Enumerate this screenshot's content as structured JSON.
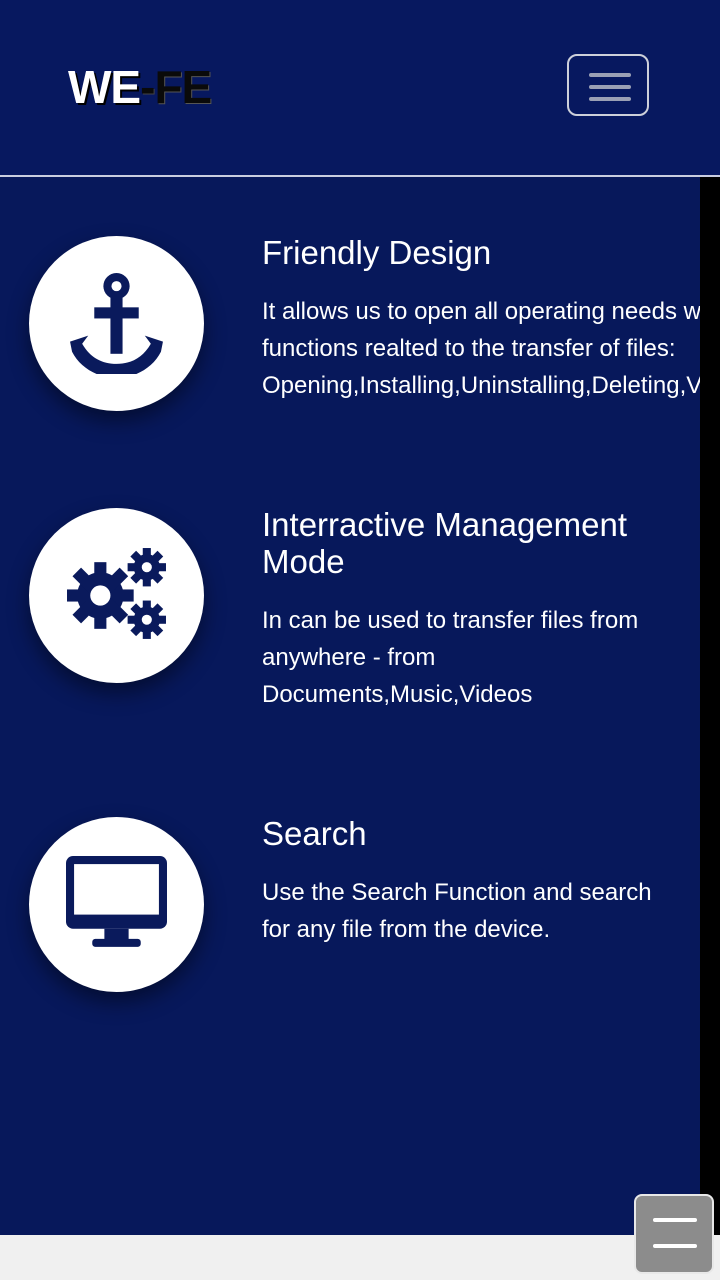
{
  "brand": {
    "part1": "WE",
    "part2": "-",
    "part3": "FE"
  },
  "features": [
    {
      "icon": "anchor-icon",
      "title": "Friendly Design",
      "desc_lines": [
        "It allows us to open all operating needs w",
        "functions realted to the transfer of files:",
        "Opening,Installing,Uninstalling,Deleting,Vi"
      ]
    },
    {
      "icon": "gears-icon",
      "title_lines": [
        "Interractive Management",
        "Mode"
      ],
      "desc_lines": [
        "In can be used to transfer files from",
        "anywhere - from",
        "Documents,Music,Videos"
      ]
    },
    {
      "icon": "desktop-icon",
      "title": "Search",
      "desc_lines": [
        "Use the Search Function and search",
        "for any file from the device."
      ]
    }
  ],
  "colors": {
    "navbar": "#07185f",
    "content": "#07185b",
    "icon": "#0a1a5c"
  }
}
